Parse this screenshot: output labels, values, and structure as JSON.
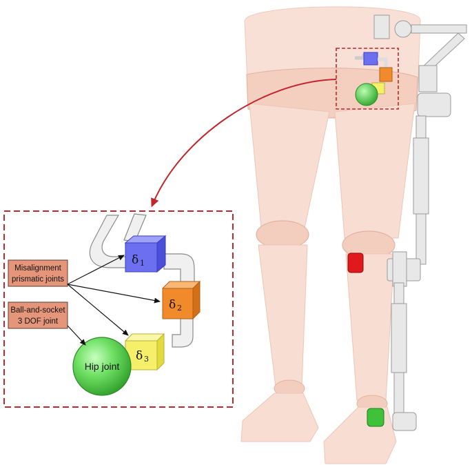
{
  "colors": {
    "skin": "#f6d2c3",
    "skin_edge": "#e8b6a2",
    "brace": "#e6e6e6",
    "brace_edge": "#a8a8a8",
    "zoom_frame": "#c0262d",
    "arrow": "#c0262d",
    "label_box": "#e5967a",
    "label_box_edge": "#5a3a30",
    "delta1": "#6b6ff0",
    "delta2": "#f08a2a",
    "delta3": "#f6ef6a",
    "hip_joint": "#4fd24a",
    "knee_joint": "#e0191c",
    "ankle_joint": "#3fc23a"
  },
  "labels": {
    "misalignment_line1": "Misalignment",
    "misalignment_line2": "prismatic joints",
    "ball_socket_line1": "Ball-and-socket",
    "ball_socket_line2": "3 DOF joint",
    "hip_joint": "Hip joint"
  },
  "deltas": {
    "d1_symbol": "δ",
    "d1_index": "1",
    "d2_symbol": "δ",
    "d2_index": "2",
    "d3_symbol": "δ",
    "d3_index": "3"
  },
  "icons": {
    "legs": "translucent-legs-model",
    "exoskeleton": "exoskeleton-brace",
    "zoom": "dashed-zoom-frame"
  }
}
